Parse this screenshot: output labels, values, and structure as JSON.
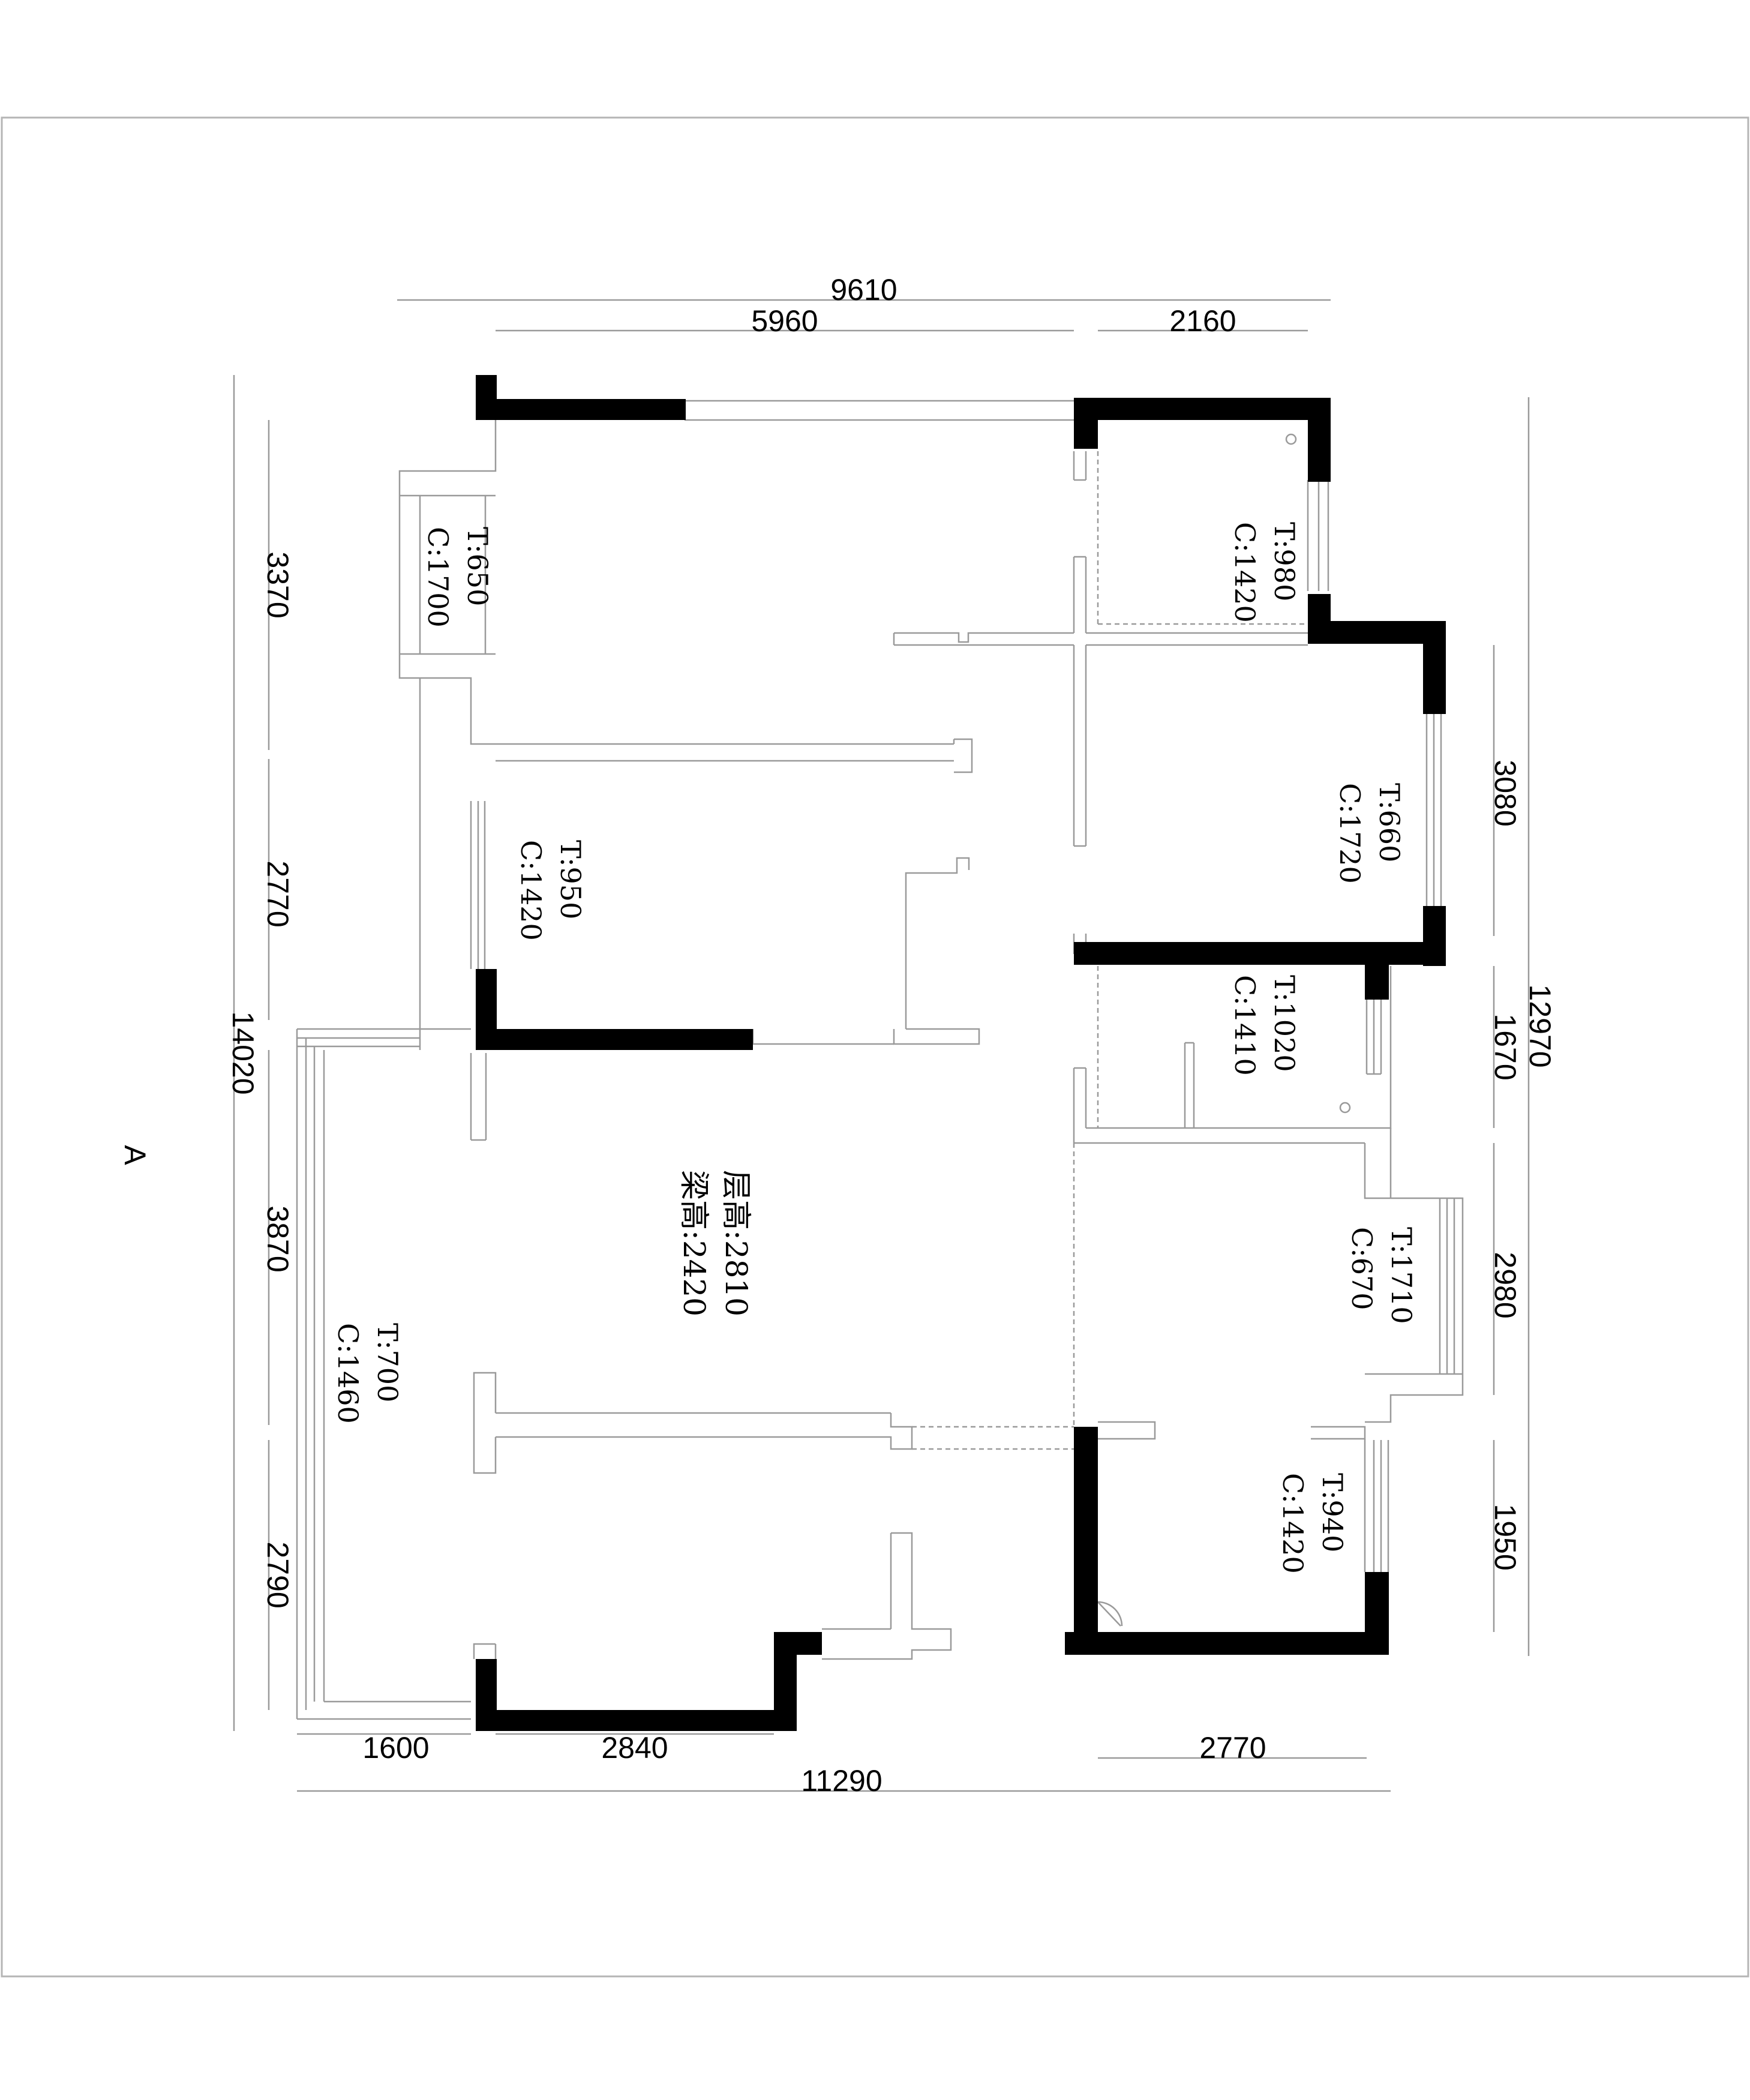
{
  "drawing": {
    "side_mark": "A"
  },
  "dimensions": {
    "top": {
      "overall": "9610",
      "left": "5960",
      "right": "2160"
    },
    "bottom": {
      "overall": "11290",
      "left": "1600",
      "middle": "2840",
      "right": "2770"
    },
    "left": {
      "overall": "14020",
      "seg1": "3370",
      "seg2": "2770",
      "seg3": "3870",
      "seg4": "2790"
    },
    "right": {
      "overall": "12970",
      "seg1": "3080",
      "seg2": "1670",
      "seg3": "2980",
      "seg4": "1950"
    }
  },
  "windows": [
    {
      "t": "T:650",
      "c": "C:1700"
    },
    {
      "t": "T:980",
      "c": "C:1420"
    },
    {
      "t": "T:660",
      "c": "C:1720"
    },
    {
      "t": "T:950",
      "c": "C:1420"
    },
    {
      "t": "T:1020",
      "c": "C:1410"
    },
    {
      "t": "T:1710",
      "c": "C:670"
    },
    {
      "t": "T:940",
      "c": "C:1420"
    },
    {
      "t": "T:700",
      "c": "C:1460"
    }
  ],
  "heights": {
    "floor": "层高:2810",
    "beam": "梁高:2420"
  }
}
